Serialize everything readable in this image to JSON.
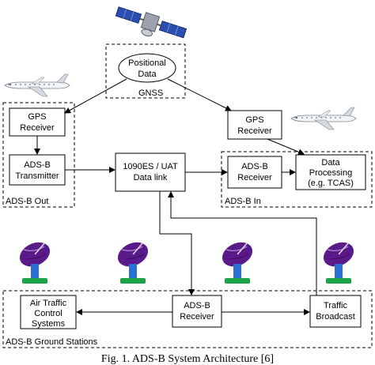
{
  "gnss": {
    "node_line1": "Positional",
    "node_line2": "Data",
    "group_label": "GNSS"
  },
  "adsb_out": {
    "gps_line1": "GPS",
    "gps_line2": "Receiver",
    "tx_line1": "ADS-B",
    "tx_line2": "Transmitter",
    "group_label": "ADS-B Out"
  },
  "datalink": {
    "line1": "1090ES / UAT",
    "line2": "Data link"
  },
  "adsb_in": {
    "gps_line1": "GPS",
    "gps_line2": "Receiver",
    "rx_line1": "ADS-B",
    "rx_line2": "Receiver",
    "proc_line1": "Data",
    "proc_line2": "Processing",
    "proc_line3": "(e.g. TCAS)",
    "group_label": "ADS-B In"
  },
  "ground": {
    "atc_line1": "Air Traffic",
    "atc_line2": "Control",
    "atc_line3": "Systems",
    "rx_line1": "ADS-B",
    "rx_line2": "Receiver",
    "tb_line1": "Traffic",
    "tb_line2": "Broadcast",
    "group_label": "ADS-B Ground Stations"
  },
  "caption": "Fig. 1. ADS-B System Architecture [6]",
  "colors": {
    "dish": "#5a1a8a",
    "dish_stand": "#2a6fd6",
    "dish_base": "#1fa34a",
    "satellite_panel": "#2b4fb0"
  },
  "icons": [
    "satellite-icon",
    "airplane-icon",
    "antenna-dish-icon"
  ]
}
